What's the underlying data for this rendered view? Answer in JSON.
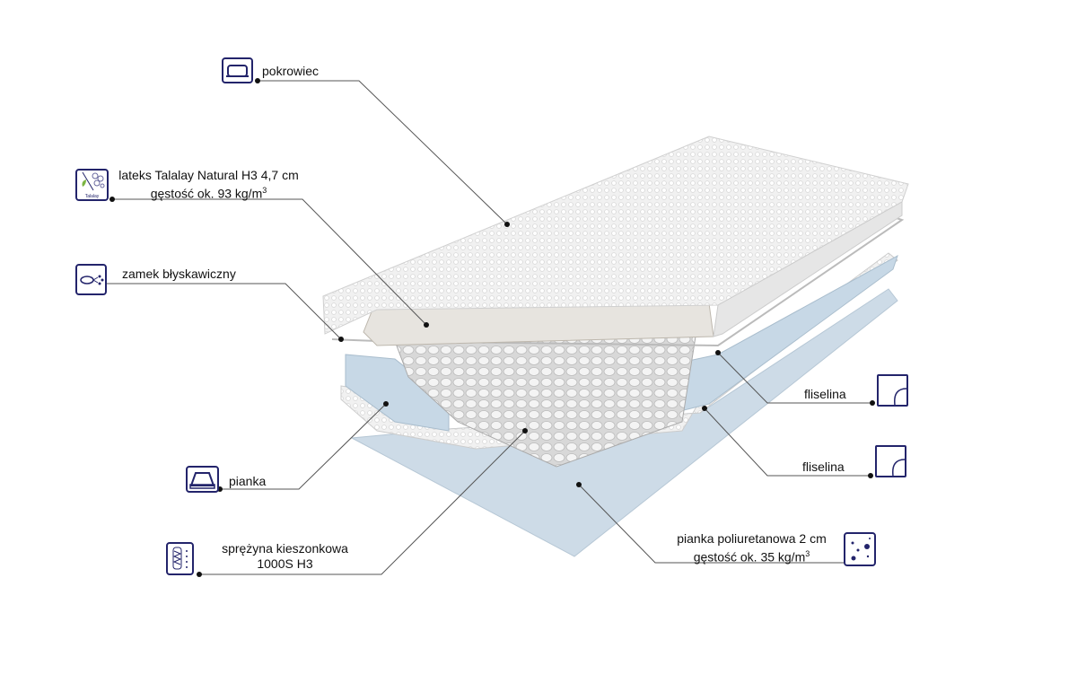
{
  "labels": {
    "cover": "pokrowiec",
    "latex_line1": "lateks Talalay Natural H3 4,7 cm",
    "latex_line2": "gęstość ok. 93 kg/m",
    "latex_sup": "3",
    "zipper": "zamek błyskawiczny",
    "foam": "pianka",
    "spring_line1": "sprężyna kieszonkowa",
    "spring_line2": "1000S H3",
    "fleece_top": "fliselina",
    "fleece_bottom": "fliselina",
    "pu_line1": "pianka poliuretanowa 2 cm",
    "pu_line2": "gęstość ok. 35 kg/m",
    "pu_sup": "3"
  },
  "icons": {
    "latex_logo_text": "Talalay"
  },
  "colors": {
    "icon": "#23246b",
    "leader": "#555555",
    "foam": "#c9d9e6",
    "cover": "#eeeeee"
  }
}
